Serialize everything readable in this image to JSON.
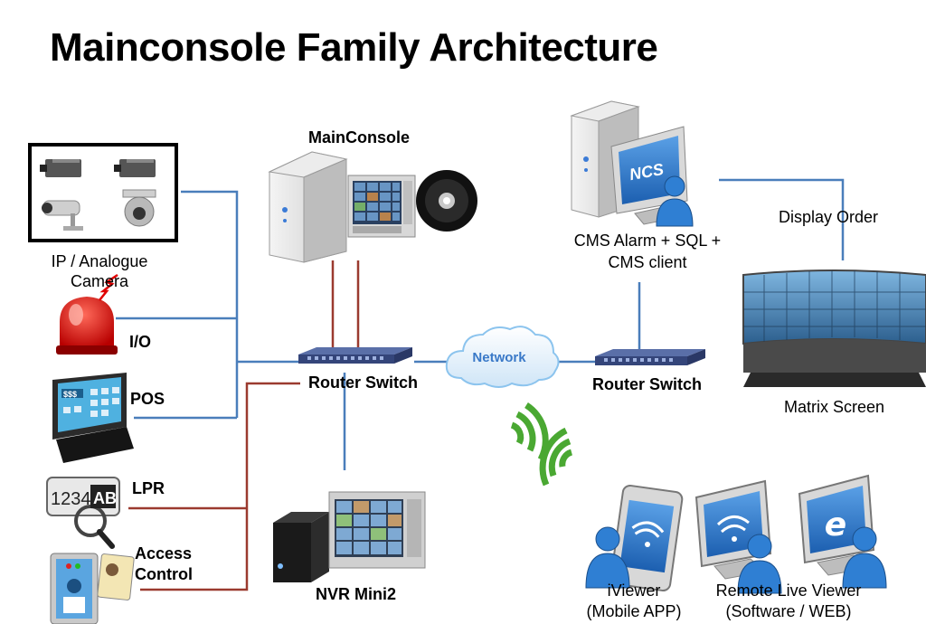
{
  "title": "Mainconsole Family Architecture",
  "colors": {
    "blue_link": "#4a7ebb",
    "red_link": "#9b3a2f",
    "network_text": "#3a79c8",
    "wireless": "#4aa832"
  },
  "nodes": {
    "camera": {
      "label_line1": "IP / Analogue",
      "label_line2": "Camera"
    },
    "io": {
      "label": "I/O"
    },
    "pos": {
      "label": "POS",
      "screen_text": "$$$"
    },
    "lpr": {
      "label": "LPR",
      "plate_left": "1234",
      "plate_right": "AB"
    },
    "access": {
      "label_line1": "Access",
      "label_line2": "Control"
    },
    "mainconsole": {
      "label": "MainConsole"
    },
    "router_left": {
      "label": "Router Switch"
    },
    "network": {
      "label": "Network"
    },
    "router_right": {
      "label": "Router Switch"
    },
    "nvr": {
      "label": "NVR Mini2"
    },
    "cms": {
      "label_line1": "CMS Alarm + SQL +",
      "label_line2": "CMS client",
      "monitor_text": "NCS"
    },
    "display_order": {
      "label": "Display Order"
    },
    "matrix": {
      "label": "Matrix Screen"
    },
    "iviewer": {
      "label_line1": "iViewer",
      "label_line2": "(Mobile APP)"
    },
    "remote_live": {
      "label_line1": "Remote Live Viewer",
      "label_line2": "(Software / WEB)"
    },
    "web_icon": {
      "glyph": "e"
    }
  }
}
